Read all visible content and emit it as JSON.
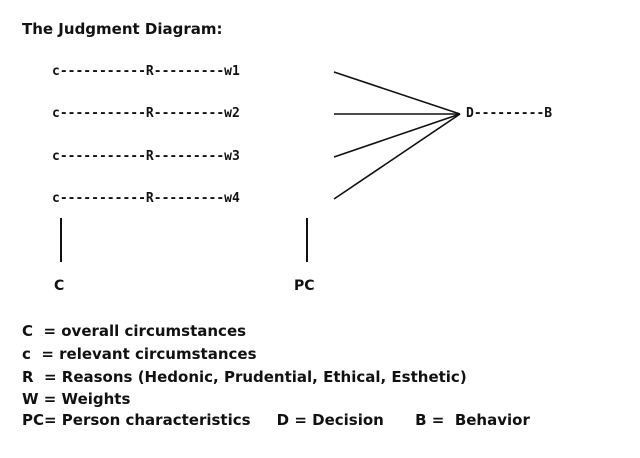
{
  "title": "The Judgment Diagram:",
  "rows": [
    "c-----------R---------w1",
    "c-----------R---------w2",
    "c-----------R---------w3",
    "c-----------R---------w4"
  ],
  "decision_chain": "D---------B",
  "labels": {
    "big_c": "C",
    "pc": "PC"
  },
  "legend": [
    "C  = overall circumstances",
    "c  = relevant circumstances",
    "R  = Reasons (Hedonic, Prudential, Ethical, Esthetic)",
    "W = Weights",
    "PC= Person characteristics     D = Decision      B =  Behavior"
  ]
}
